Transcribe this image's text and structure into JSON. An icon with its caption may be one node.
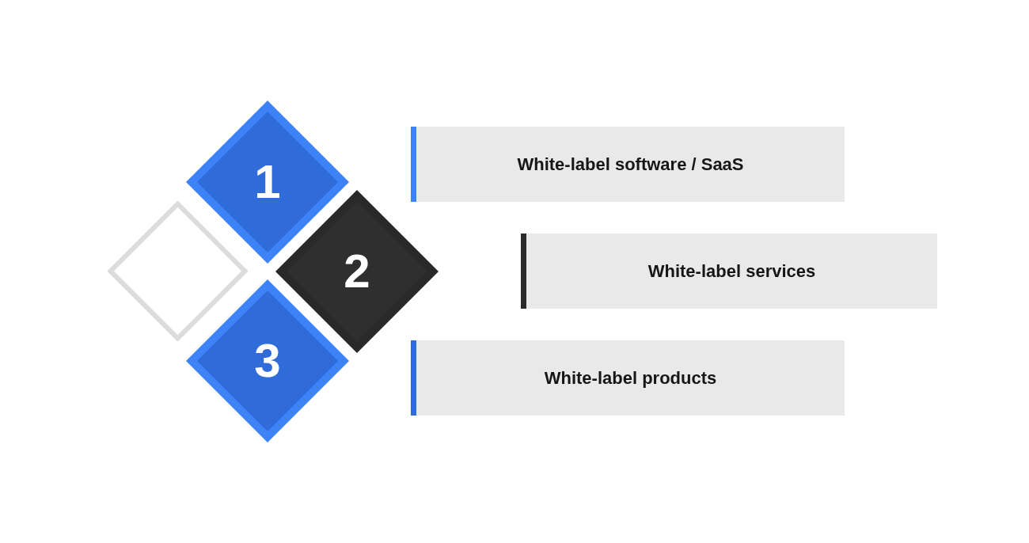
{
  "diagram": {
    "nodes": [
      {
        "text": [
          "1"
        ]
      },
      {
        "text": [
          "White-label software / SaaS"
        ]
      },
      {
        "text": [],
        "shape": "diamond"
      },
      {
        "text": [
          "2"
        ]
      },
      {
        "text": [
          "White-label services"
        ]
      },
      {
        "text": [
          "3"
        ]
      },
      {
        "text": [
          "White-label products"
        ]
      }
    ]
  }
}
